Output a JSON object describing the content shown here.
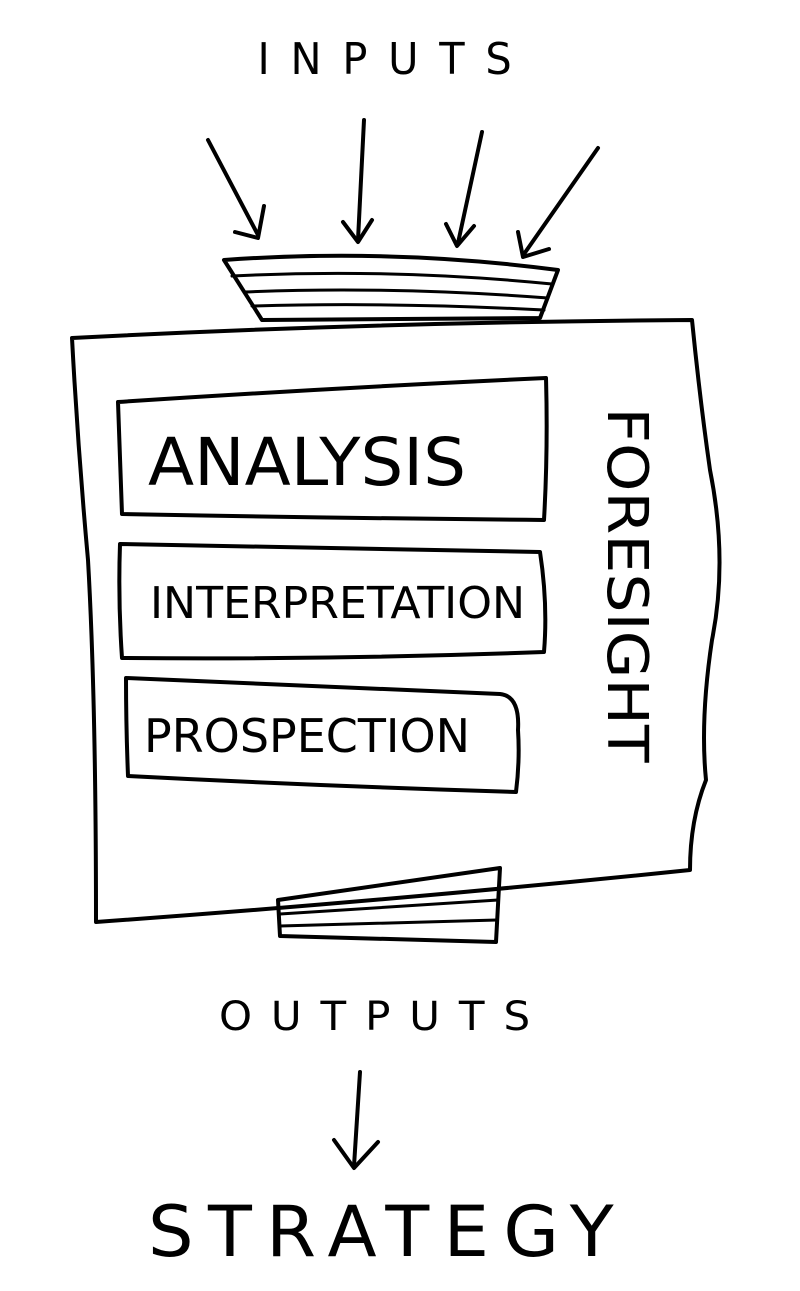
{
  "diagram": {
    "inputs_label": "INPUTS",
    "foresight_label": "FORESIGHT",
    "stages": [
      {
        "label": "ANALYSIS"
      },
      {
        "label": "INTERPRETATION"
      },
      {
        "label": "PROSPECTION"
      }
    ],
    "outputs_label": "OUTPUTS",
    "strategy_label": "STRATEGY",
    "stroke_color": "#000000",
    "background_color": "#ffffff"
  }
}
